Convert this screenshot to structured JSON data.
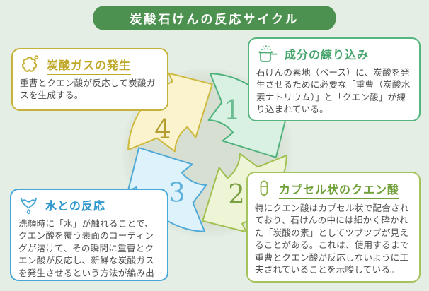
{
  "page": {
    "background_color": "#e4eee4"
  },
  "header": {
    "title": "炭酸石けんの反応サイクル",
    "background_color": "#4d9150",
    "text_color": "#ffffff"
  },
  "cycle": {
    "direction": "clockwise",
    "steps": [
      {
        "number": "1",
        "arrow_fill": "#d8f1e2",
        "arrow_stroke": "#4eb27b",
        "number_color": "#6cbd92"
      },
      {
        "number": "2",
        "arrow_fill": "#eef5d6",
        "arrow_stroke": "#a0c050",
        "number_color": "#7aa043"
      },
      {
        "number": "3",
        "arrow_fill": "#def2fb",
        "arrow_stroke": "#50aad8",
        "number_color": "#5cb0da"
      },
      {
        "number": "4",
        "arrow_fill": "#faf3cd",
        "arrow_stroke": "#cdb93e",
        "number_color": "#b49c2f"
      }
    ]
  },
  "boxes": [
    {
      "id": "carbonic-gas",
      "icon": "splash-icon",
      "title": "炭酸ガスの発生",
      "body": "重曹とクエン酸が反応して炭酸ガスを生成する。",
      "accent_color": "#bfa727",
      "border_color": "#c6b23a"
    },
    {
      "id": "kneading",
      "icon": "pan-icon",
      "title": "成分の練り込み",
      "body": "石けんの素地（ベース）に、炭酸を発生させるために必要な「重曹（炭酸水素ナトリウム）」と「クエン酸」が練り込まれている。",
      "accent_color": "#45a36b",
      "border_color": "#56b57e"
    },
    {
      "id": "water-reaction",
      "icon": "water-icon",
      "title": "水との反応",
      "body": "洗顔時に「水」が触れることで、クエン酸を覆う表面のコーティングが溶けて、その瞬間に重曹とクエン酸が反応し、新鮮な炭酸ガスを発生させるという方法が編み出された。",
      "accent_color": "#2f97cd",
      "border_color": "#47a7d8"
    },
    {
      "id": "capsule",
      "icon": "capsule-icon",
      "title": "カプセル状のクエン酸",
      "body": "特にクエン酸はカプセル状で配合されており、石けんの中には細かく砕かれた「炭酸の素」としてツブツブが見えることがある。これは、使用するまで重曹とクエン酸が反応しないように工夫されていることを示唆している。",
      "accent_color": "#70a038",
      "border_color": "#a5c35c"
    }
  ]
}
